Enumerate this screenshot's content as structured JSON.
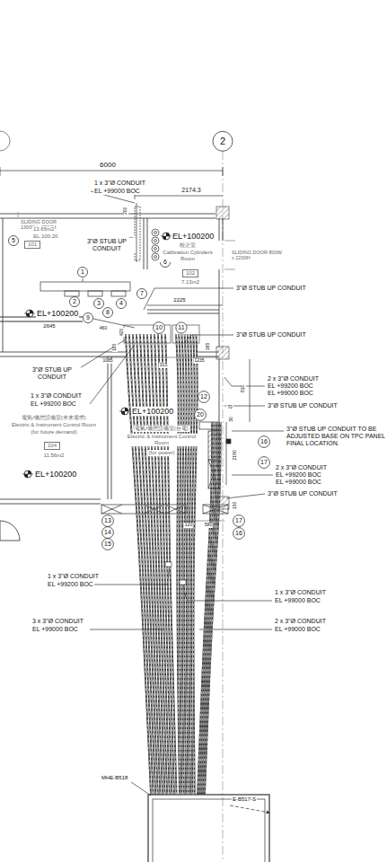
{
  "diagram": {
    "nodes": [
      {
        "text": [
          "101"
        ]
      },
      {
        "text": [
          "102"
        ]
      },
      {
        "text": [
          "104"
        ]
      }
    ],
    "labels": [
      "2",
      "6000",
      "2174.3",
      "1 x 3\"Ø CONDUIT",
      "EL +99000 BOC",
      "SLIDING DOOR 1300W x 2200H",
      "13.65m2",
      "EL.100.20",
      "200",
      "1175",
      "3\"Ø STUB UP CONDUIT",
      "EL+100200",
      "校正室",
      "Calibration Cylinders Room",
      "7.13m2",
      "SLIDING DOOR 800W x 2200H",
      "5",
      "6",
      "1",
      "2",
      "3",
      "4",
      "7",
      "3\"Ø STUB UP CONDUIT",
      "2225",
      "EL+100200",
      "2645",
      "9",
      "8",
      "460",
      "420",
      "10",
      "11",
      "3\"Ø STUB UP CONDUIT",
      "185",
      "1085",
      "315",
      "1235",
      "165",
      "3\"Ø STUB UP CONDUIT",
      "1 x 3\"Ø CONDUIT",
      "EL +99200 BOC",
      "2 x 3\"Ø CONDUIT",
      "EL +99200 BOC",
      "EL +99000 BOC",
      "810",
      "3\"Ø STUB UP CONDUIT",
      "12",
      "20",
      "70",
      "30",
      "3\"Ø STUB UP CONDUIT TO BE ADJUSTED BASE ON TPC PANEL FINAL LOCATION.",
      "16",
      "2190",
      "17",
      "2 x 3\"Ø CONDUIT",
      "EL +99200 BOC",
      "EL +99000 BOC",
      "3\"Ø STUB UP CONDUIT",
      "電気/儀控設備室(未来需求)",
      "Electric & Instrument Control Room",
      "(for future demand)",
      "11.56m2",
      "EL+100200",
      "電氣/儀控設備室(台電)",
      "Electric & Instrument Control Room",
      "(for power)",
      "EL+100200",
      "13",
      "14",
      "15",
      "17",
      "16",
      "120",
      "580",
      "150",
      "1 x 3\"Ø CONDUIT",
      "EL +99200 BOC",
      "1 x 3\"Ø CONDUIT",
      "EL +99000 BOC",
      "3 x 3\"Ø CONDUIT",
      "EL +99000 BOC",
      "2 x 3\"Ø CONDUIT",
      "EL +99000 BOC",
      "MHE-B518",
      "E-B517-S"
    ]
  }
}
